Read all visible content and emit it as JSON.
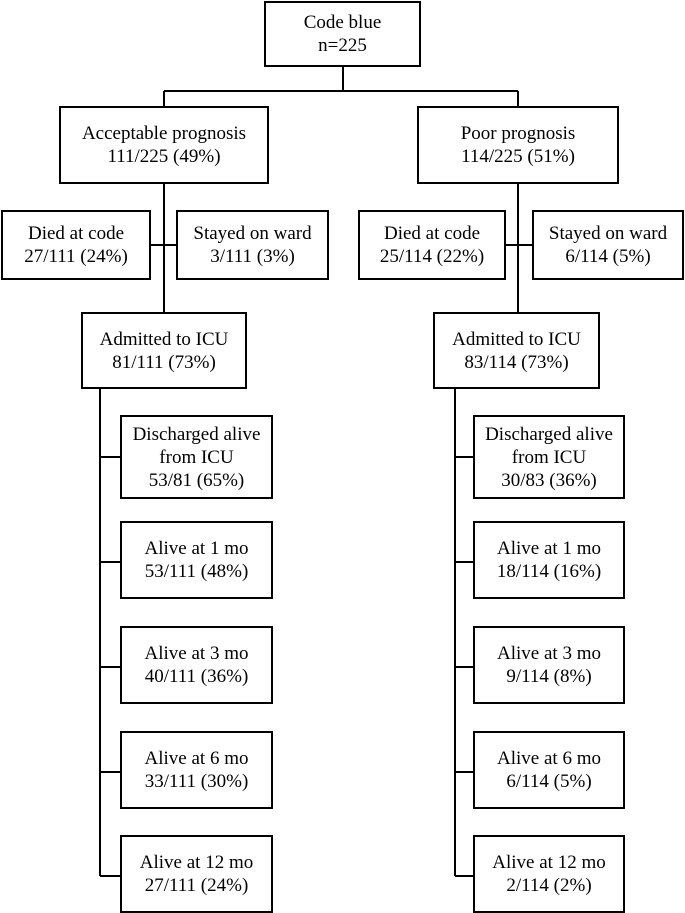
{
  "top": {
    "title": "Code blue",
    "count": "n=225"
  },
  "left": {
    "prognosis": {
      "label": "Acceptable prognosis",
      "value": "111/225 (49%)"
    },
    "died": {
      "label": "Died at code",
      "value": "27/111 (24%)"
    },
    "ward": {
      "label": "Stayed on ward",
      "value": "3/111 (3%)"
    },
    "icu": {
      "label": "Admitted to ICU",
      "value": "81/111 (73%)"
    },
    "discharged": {
      "line1": "Discharged alive",
      "line2": "from ICU",
      "value": "53/81 (65%)"
    },
    "mo1": {
      "label": "Alive at 1 mo",
      "value": "53/111 (48%)"
    },
    "mo3": {
      "label": "Alive at 3 mo",
      "value": "40/111 (36%)"
    },
    "mo6": {
      "label": "Alive at 6 mo",
      "value": "33/111 (30%)"
    },
    "mo12": {
      "label": "Alive at 12 mo",
      "value": "27/111 (24%)"
    }
  },
  "right": {
    "prognosis": {
      "label": "Poor prognosis",
      "value": "114/225 (51%)"
    },
    "died": {
      "label": "Died at code",
      "value": "25/114 (22%)"
    },
    "ward": {
      "label": "Stayed on ward",
      "value": "6/114 (5%)"
    },
    "icu": {
      "label": "Admitted to ICU",
      "value": "83/114 (73%)"
    },
    "discharged": {
      "line1": "Discharged alive",
      "line2": "from ICU",
      "value": "30/83 (36%)"
    },
    "mo1": {
      "label": "Alive at 1 mo",
      "value": "18/114 (16%)"
    },
    "mo3": {
      "label": "Alive at 3 mo",
      "value": "9/114 (8%)"
    },
    "mo6": {
      "label": "Alive at 6 mo",
      "value": "6/114 (5%)"
    },
    "mo12": {
      "label": "Alive at 12 mo",
      "value": "2/114 (2%)"
    }
  }
}
